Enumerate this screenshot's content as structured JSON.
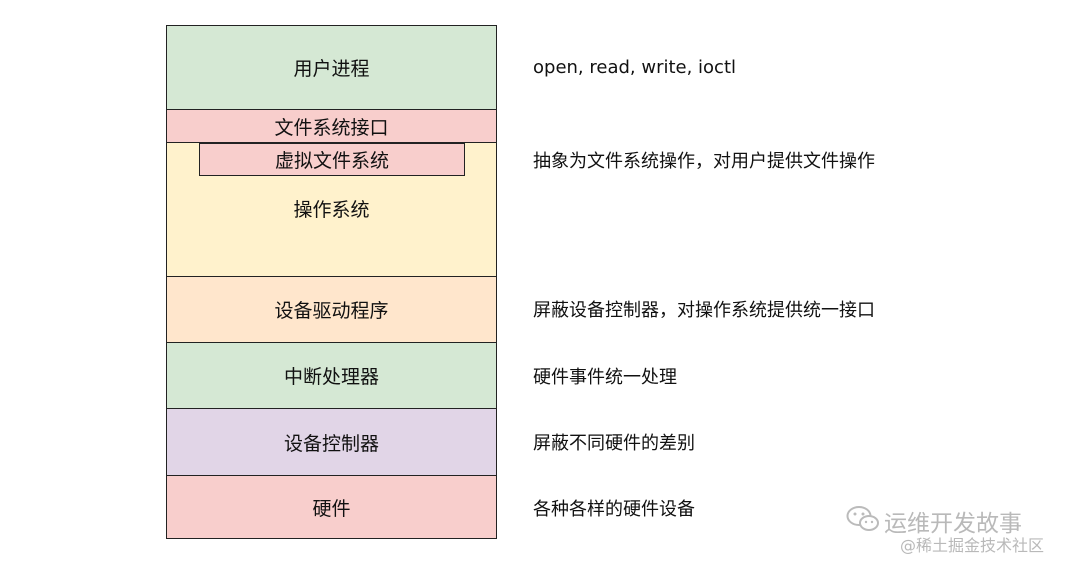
{
  "layers": {
    "user_process": {
      "label": "用户进程",
      "color": "#d5e8d4"
    },
    "fs_interface": {
      "label": "文件系统接口",
      "color": "#f8cecc"
    },
    "vfs": {
      "label": "虚拟文件系统",
      "color": "#f8cecc"
    },
    "os": {
      "label": "操作系统",
      "color": "#fff2cc"
    },
    "driver": {
      "label": "设备驱动程序",
      "color": "#ffe6cc"
    },
    "interrupt": {
      "label": "中断处理器",
      "color": "#d5e8d4"
    },
    "controller": {
      "label": "设备控制器",
      "color": "#e1d5e7"
    },
    "hardware": {
      "label": "硬件",
      "color": "#f8cecc"
    }
  },
  "descriptions": {
    "user_process": "open, read, write, ioctl",
    "os": "抽象为文件系统操作，对用户提供文件操作",
    "driver": "屏蔽设备控制器，对操作系统提供统一接口",
    "interrupt": "硬件事件统一处理",
    "controller": "屏蔽不同硬件的差别",
    "hardware": "各种各样的硬件设备"
  },
  "watermark": {
    "channel": "运维开发故事",
    "source": "@稀土掘金技术社区",
    "icon": "wechat-icon"
  }
}
